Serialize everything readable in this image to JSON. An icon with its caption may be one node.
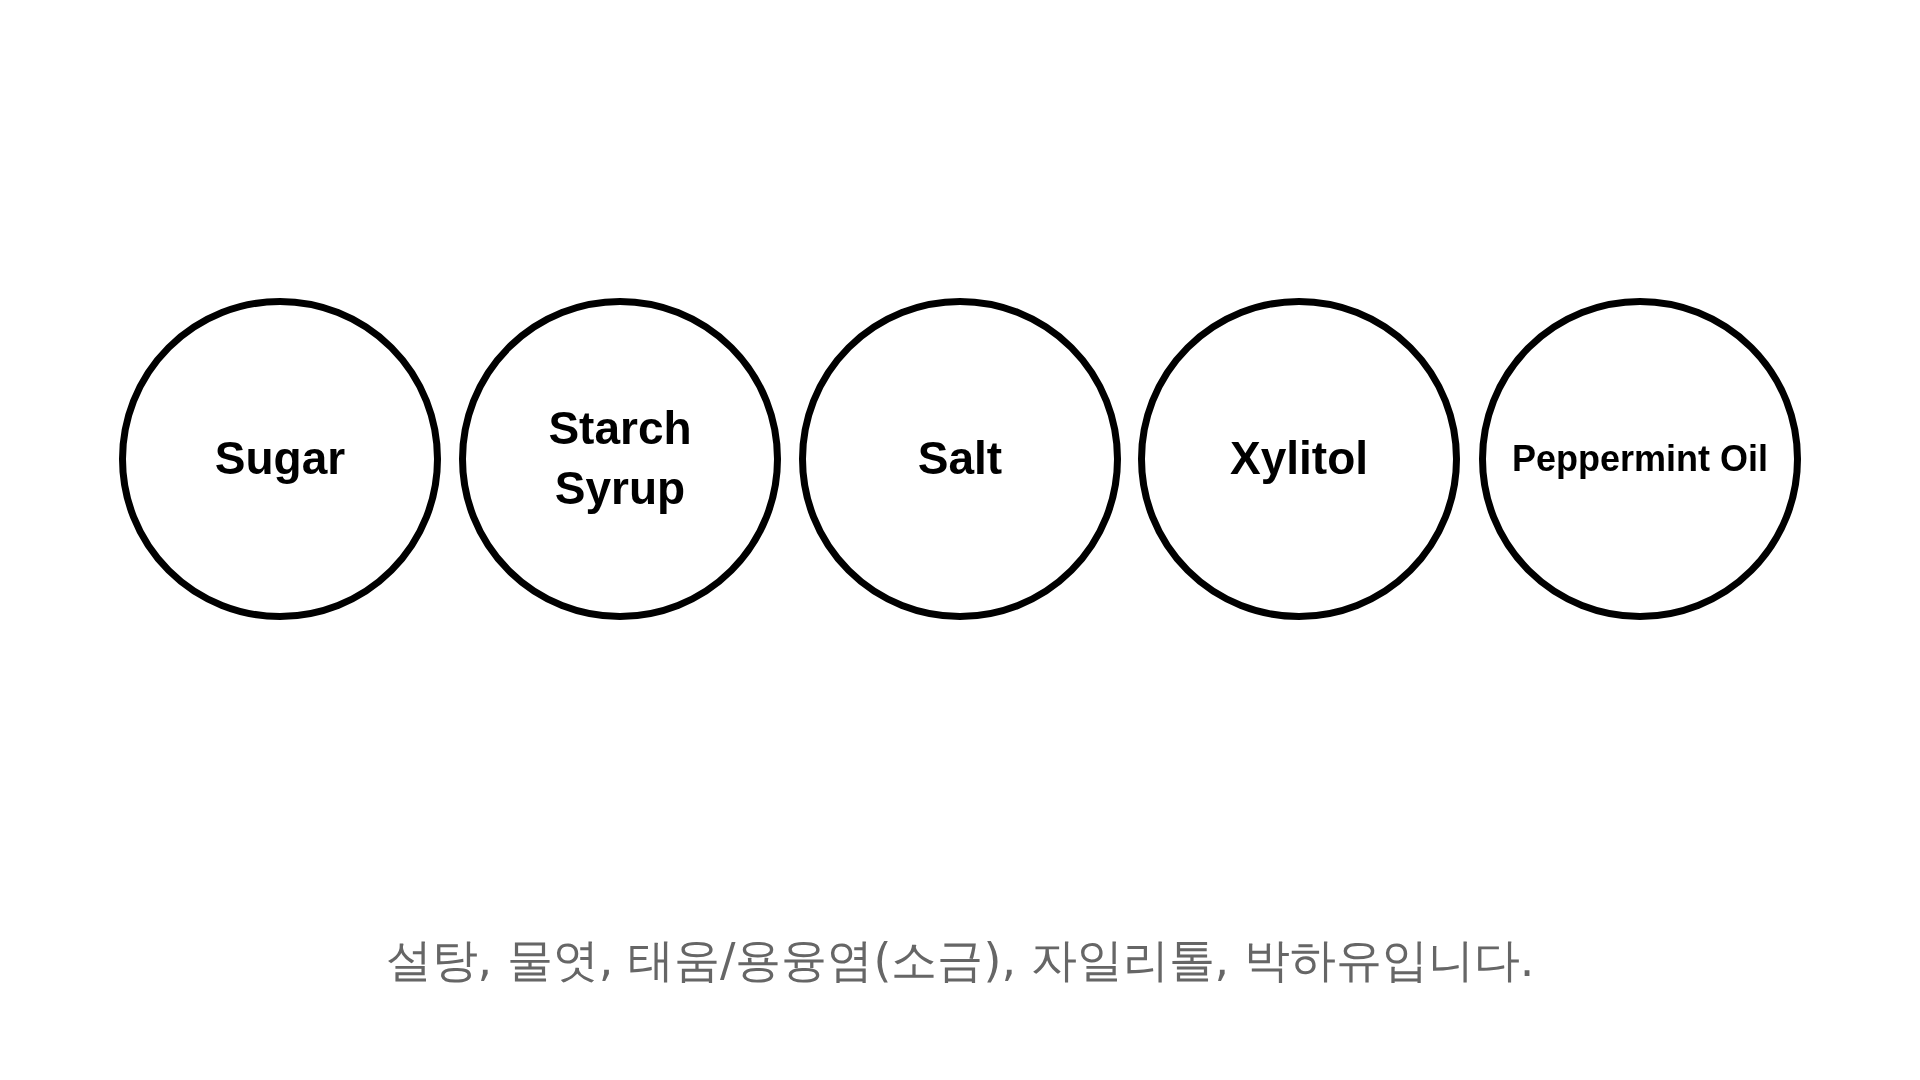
{
  "diagram": {
    "caption": "설탕, 물엿, 태움/용융염(소금), 자일리톨, 박하유입니다.",
    "nodes": [
      {
        "text": [
          "Sugar"
        ]
      },
      {
        "text": [
          "Starch Syrup"
        ]
      },
      {
        "text": [
          "Salt"
        ]
      },
      {
        "text": [
          "Xylitol"
        ]
      },
      {
        "text": [
          "Peppermint Oil"
        ]
      }
    ]
  }
}
